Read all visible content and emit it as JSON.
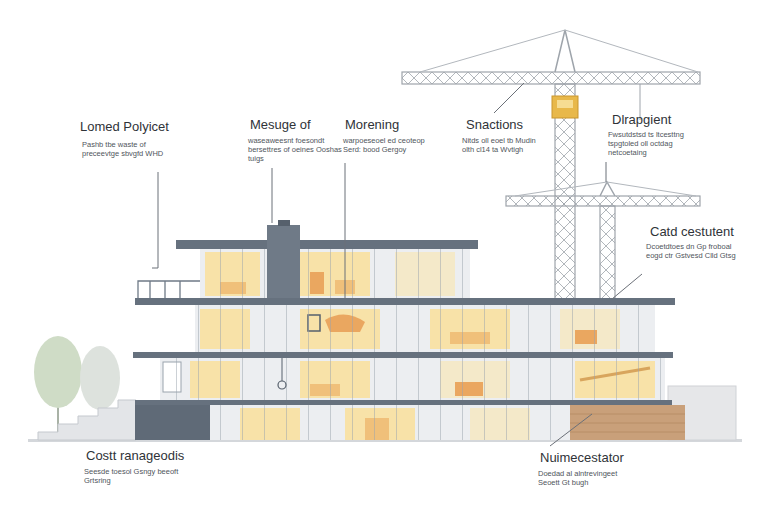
{
  "diagram": {
    "labels": [
      "Lomed Polyicet",
      "Pashb tbe waste of preceevtge sbvgfd WHD",
      "Mesuge of",
      "waseaweesnt foesondt bersettres of oeines Ooshas tuigs",
      "Morening",
      "warpoeseoel ed ceoteop Serd: bood Gergoy",
      "Snactions",
      "Nitds oll eoel tb Mudin olth cl14 ta Wvtigh",
      "Dlrapgient",
      "Fwsutdstsd ts ltcesttng tspgtoled oll octdag netcoetaing",
      "Catd cestutent",
      "Dcoetdtoes dn Gp froboal eogd ctr Gstvesd Clld Gtsg",
      "Costt ranageodis",
      "Seesde toesol Gsngy beeoft Grtsring",
      "Nuimecestator",
      "Doedad al alntrevingeet Seoett Gt bugh"
    ]
  }
}
